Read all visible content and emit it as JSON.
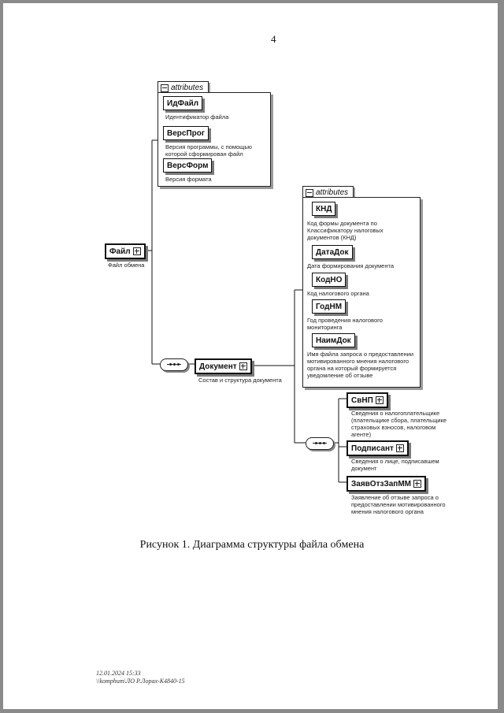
{
  "page_number": "4",
  "root": {
    "name": "Файл",
    "desc": "Файл обмена"
  },
  "file_attributes": {
    "tab": "attributes",
    "items": [
      {
        "name": "ИдФайл",
        "desc": "Идентификатор файла"
      },
      {
        "name": "ВерсПрог",
        "desc": "Версия программы, с помощью которой сформирован файл"
      },
      {
        "name": "ВерсФорм",
        "desc": "Версия формата"
      }
    ]
  },
  "document": {
    "name": "Документ",
    "desc": "Состав и структура документа"
  },
  "document_attributes": {
    "tab": "attributes",
    "items": [
      {
        "name": "КНД",
        "desc": "Код формы документа по Классификатору налоговых документов (КНД)"
      },
      {
        "name": "ДатаДок",
        "desc": "Дата формирования документа"
      },
      {
        "name": "КодНО",
        "desc": "Код налогового органа"
      },
      {
        "name": "ГодНМ",
        "desc": "Год проведения налогового мониторинга"
      },
      {
        "name": "НаимДок",
        "desc": "Имя файла запроса о предоставлении мотивированного мнения налогового органа на который формируется уведомление об отзыве"
      }
    ]
  },
  "document_children": [
    {
      "name": "СвНП",
      "desc": "Сведения о налогоплательщике (плательщике сбора, плательщике страховых взносов, налоговом агенте)"
    },
    {
      "name": "Подписант",
      "desc": "Сведения о лице, подписавшем документ"
    },
    {
      "name": "ЗаявОтзЗапММ",
      "desc": "Заявление об отзыве запроса о предоставлении мотивированного мнения налогового органа"
    }
  ],
  "caption": "Рисунок 1. Диаграмма структуры файла обмена",
  "footer": {
    "line1": "12.01.2024 15:33",
    "line2": "\\\\komphum\\ЛО Р.Лорах-К4840-15"
  }
}
